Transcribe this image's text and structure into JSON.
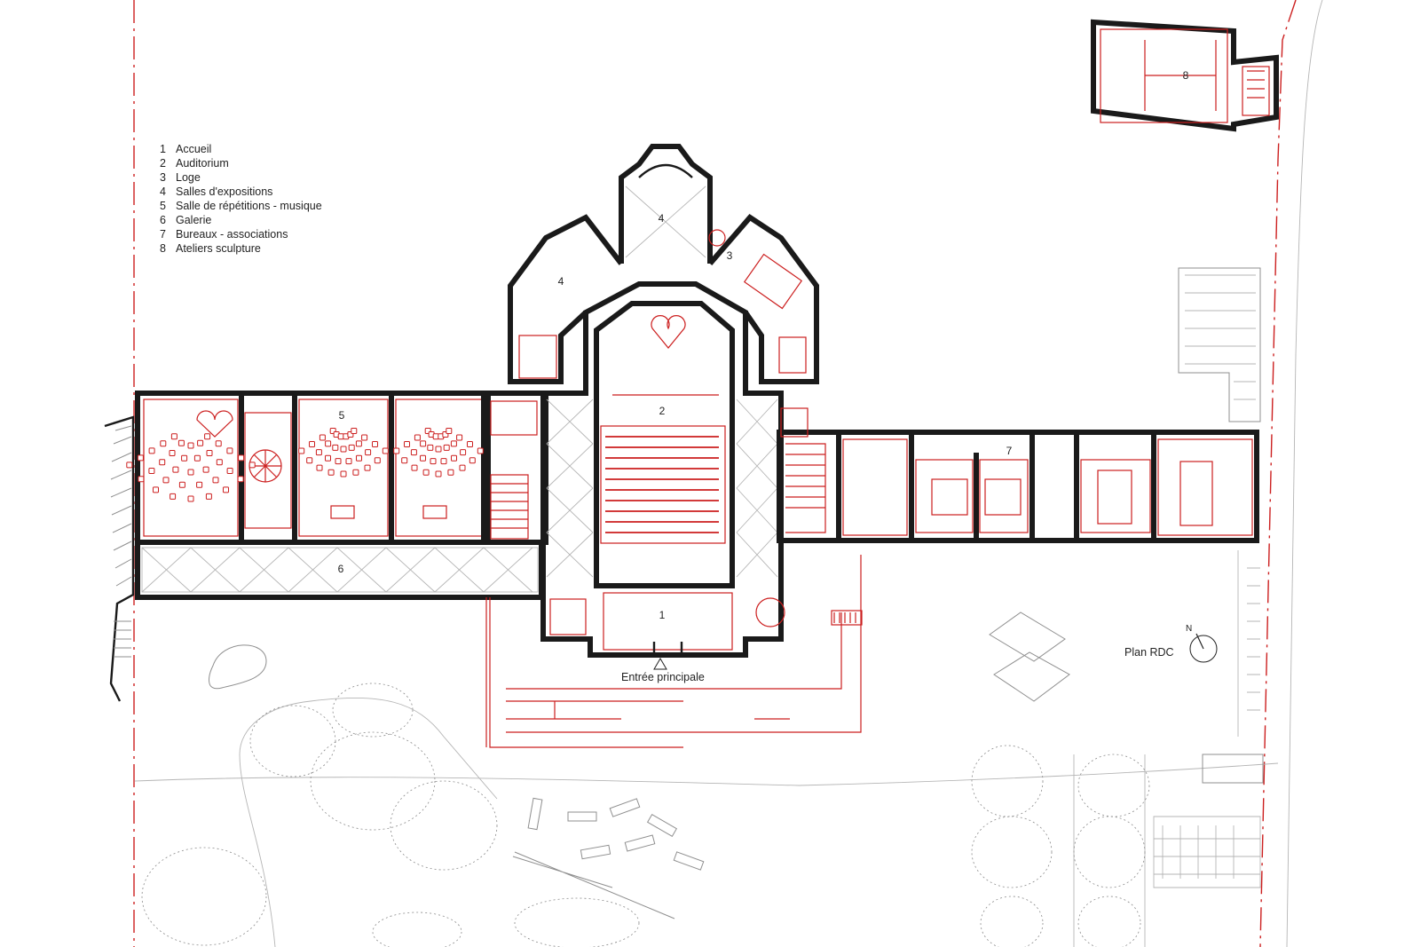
{
  "legend": [
    {
      "num": "1",
      "label": "Accueil"
    },
    {
      "num": "2",
      "label": "Auditorium"
    },
    {
      "num": "3",
      "label": "Loge"
    },
    {
      "num": "4",
      "label": "Salles d'expositions"
    },
    {
      "num": "5",
      "label": "Salle de répétitions - musique"
    },
    {
      "num": "6",
      "label": "Galerie"
    },
    {
      "num": "7",
      "label": "Bureaux - associations"
    },
    {
      "num": "8",
      "label": "Ateliers sculpture"
    }
  ],
  "room_labels": {
    "r1": "1",
    "r2": "2",
    "r3": "3",
    "r4a": "4",
    "r4b": "4",
    "r5": "5",
    "r6": "6",
    "r7": "7",
    "r8": "8"
  },
  "entrance": {
    "label": "Entrée principale",
    "marker": "triangle-up"
  },
  "plan_title": "Plan RDC",
  "north": {
    "letter": "N"
  },
  "colors": {
    "walls": "#1a1a1a",
    "interventions": "#cc1f1f",
    "landscape": "#b5b5b5"
  }
}
